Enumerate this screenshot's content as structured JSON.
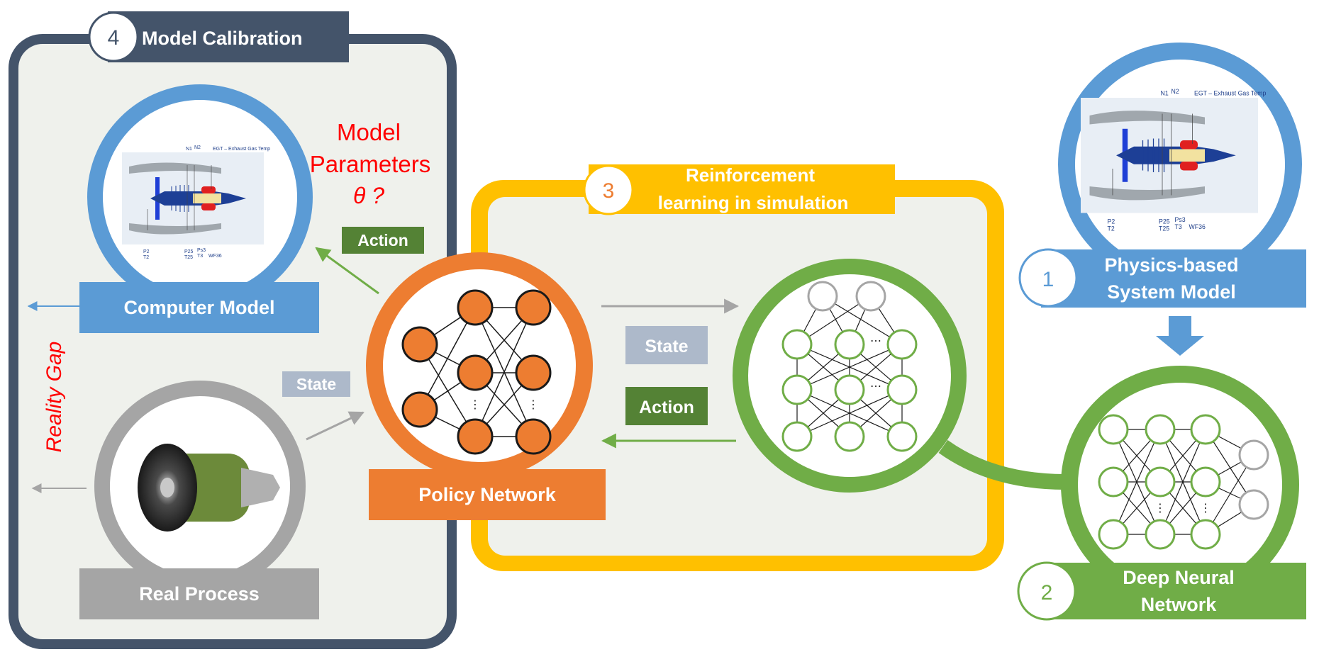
{
  "calibration": {
    "number": "4",
    "title": "Model Calibration",
    "computer_model": "Computer Model",
    "real_process": "Real Process",
    "reality_gap": "Reality Gap",
    "params_line1": "Model",
    "params_line2": "Parameters",
    "params_line3": "θ ?",
    "action_label": "Action",
    "state_label": "State"
  },
  "policy": {
    "label": "Policy Network"
  },
  "simulation": {
    "number": "3",
    "title_line1": "Reinforcement",
    "title_line2": "learning in simulation",
    "state_label": "State",
    "action_label": "Action"
  },
  "physics": {
    "number": "1",
    "title_line1": "Physics-based",
    "title_line2": "System Model"
  },
  "dnn": {
    "number": "2",
    "title_line1": "Deep Neural",
    "title_line2": "Network"
  },
  "engine_schematic": {
    "n1": "N1",
    "n2": "N2",
    "egt": "EGT – Exhaust Gas Temp",
    "p2": "P2",
    "t2": "T2",
    "p25": "P25",
    "t25": "T25",
    "ps3": "Ps3",
    "t3": "T3",
    "wf36": "WF36"
  },
  "colors": {
    "navy": "#44546a",
    "blue": "#5b9bd5",
    "orange": "#ed7d31",
    "yellow": "#ffc000",
    "green": "#70ad47",
    "darkgreen": "#548235",
    "gray": "#a5a5a5",
    "panel": "#eff1ec",
    "state": "#adb9ca",
    "red": "#ff0000"
  }
}
